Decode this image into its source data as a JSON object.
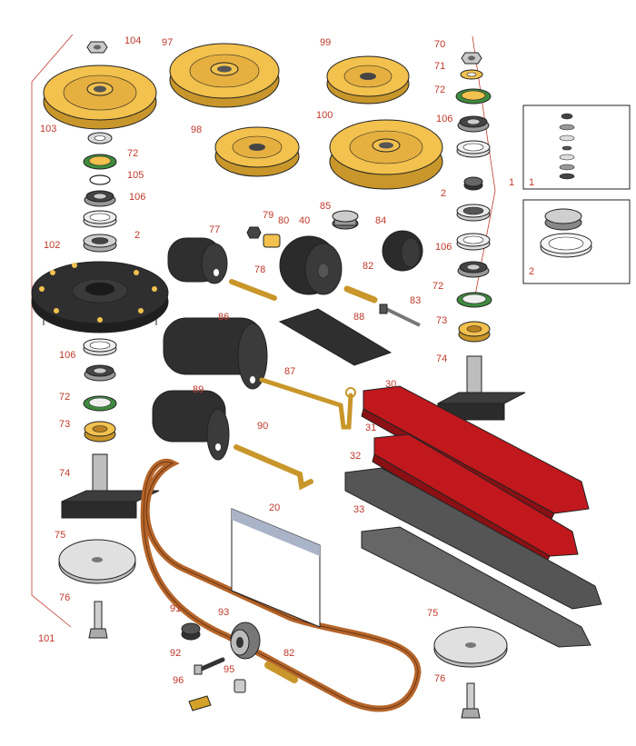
{
  "colors": {
    "yellow": "#f2c14e",
    "yellow_dark": "#c8962a",
    "red_blade": "#c0181c",
    "grey_blade": "#6b6b6b",
    "black_part": "#2b2b2b",
    "silver": "#c9c9c9",
    "green_seal": "#3f8a3f",
    "belt": "#b5652a",
    "callout": "#c0392b"
  },
  "callouts": {
    "c104": "104",
    "c103": "103",
    "c97": "97",
    "c99": "99",
    "c70": "70",
    "c71": "71",
    "c72a": "72",
    "c98": "98",
    "c100": "100",
    "c106a": "106",
    "c72b": "72",
    "c105": "105",
    "c106b": "106",
    "c2a": "2",
    "c2b": "2",
    "c1": "1",
    "c79": "79",
    "c80": "80",
    "c40": "40",
    "c85": "85",
    "c84": "84",
    "c77": "77",
    "c78": "78",
    "c82a": "82",
    "c106c": "106",
    "c102": "102",
    "c72c": "72",
    "c83": "83",
    "c86": "86",
    "c88": "88",
    "c73a": "73",
    "c106d": "106",
    "c74a": "74",
    "c87": "87",
    "c72d": "72",
    "c30": "30",
    "c73b": "73",
    "c89": "89",
    "c31": "31",
    "c90": "90",
    "c32": "32",
    "c74b": "74",
    "c20": "20",
    "c33": "33",
    "c75a": "75",
    "c76a": "76",
    "c91": "91",
    "c93": "93",
    "c101": "101",
    "c75b": "75",
    "c92": "92",
    "c82b": "82",
    "c95": "95",
    "c96": "96",
    "c76b": "76"
  },
  "insets": {
    "inset1_label": "1",
    "inset2_label": "2"
  }
}
